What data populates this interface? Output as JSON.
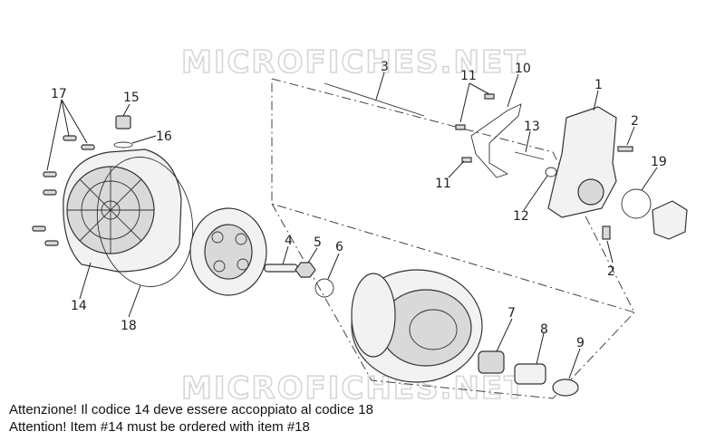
{
  "watermark": "MICROFICHES.NET",
  "notes": {
    "italian": "Attenzione! Il codice 14 deve essere accoppiato al codice 18",
    "english": "Attention! Item #14 must be ordered with item #18"
  },
  "callouts": {
    "c1": "1",
    "c2a": "2",
    "c2b": "2",
    "c3": "3",
    "c4": "4",
    "c5": "5",
    "c6": "6",
    "c7": "7",
    "c8": "8",
    "c9": "9",
    "c10": "10",
    "c11a": "11",
    "c11b": "11",
    "c12": "12",
    "c13": "13",
    "c14": "14",
    "c15": "15",
    "c16": "16",
    "c17": "17",
    "c18": "18",
    "c19": "19"
  }
}
